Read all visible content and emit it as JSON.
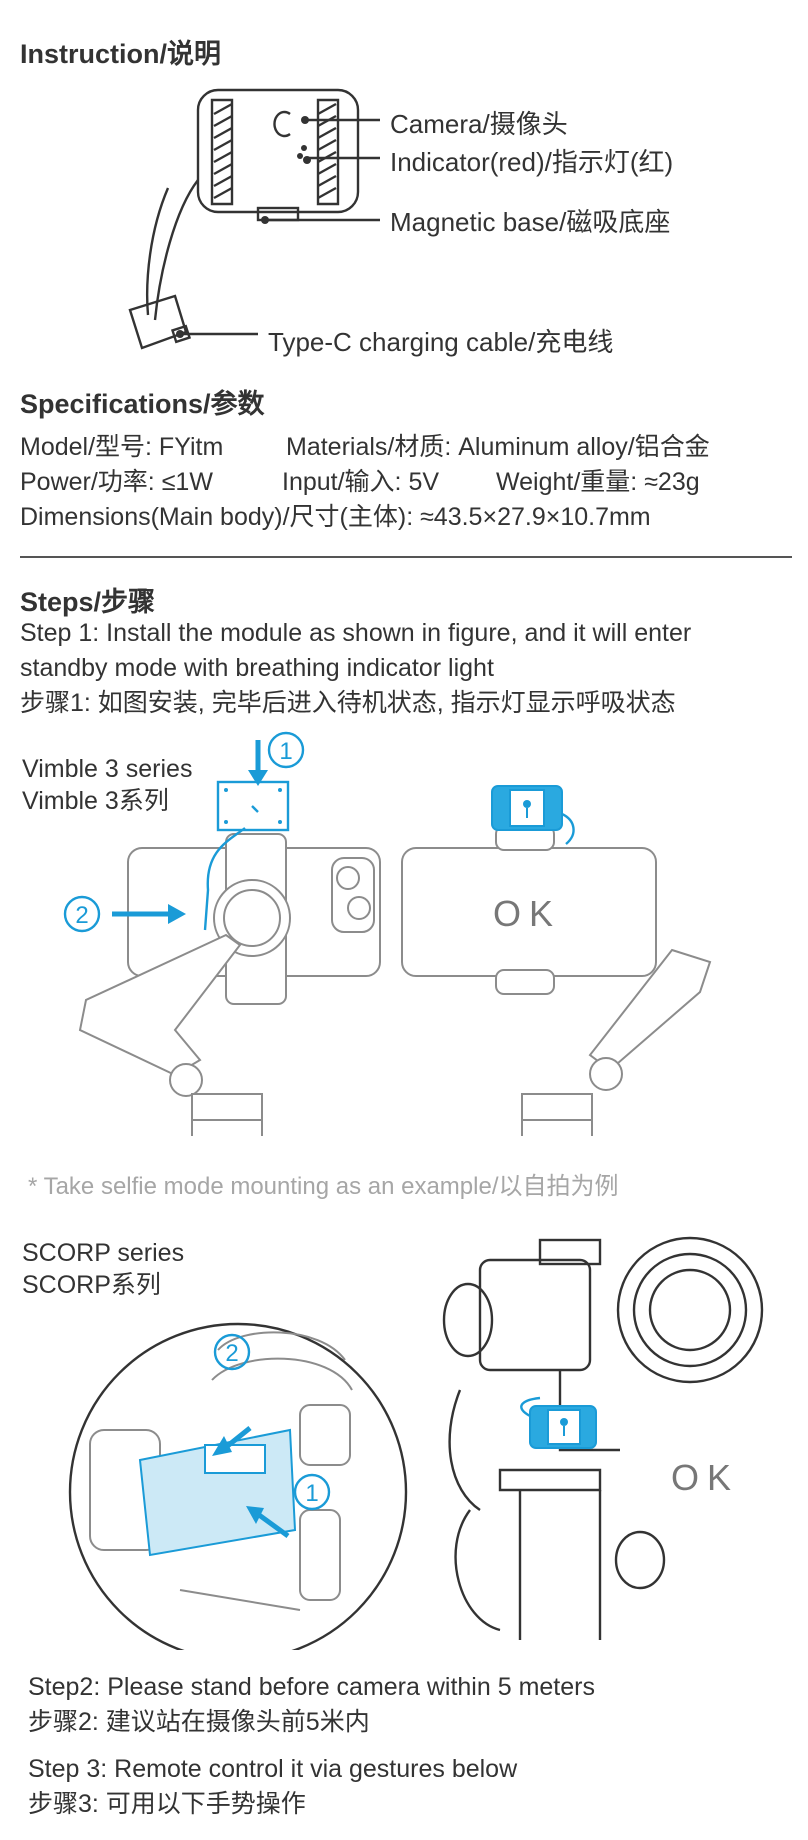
{
  "instruction": {
    "heading": "Instruction/说明",
    "labels": {
      "camera": "Camera/摄像头",
      "indicator": "Indicator(red)/指示灯(红)",
      "magnetic_base": "Magnetic base/磁吸底座",
      "cable": "Type-C charging cable/充电线"
    }
  },
  "specifications": {
    "heading": "Specifications/参数",
    "line1_model": "Model/型号: FYitm",
    "line1_materials": "Materials/材质: Aluminum alloy/铝合金",
    "line2_power": "Power/功率: ≤1W",
    "line2_input": "Input/输入: 5V",
    "line2_weight": "Weight/重量: ≈23g",
    "line3": "Dimensions(Main body)/尺寸(主体): ≈43.5×27.9×10.7mm"
  },
  "steps": {
    "heading": "Steps/步骤",
    "step1_en_a": "Step 1: Install the module as shown in figure, and it will enter",
    "step1_en_b": "standby mode with breathing indicator light",
    "step1_cn": "步骤1: 如图安装, 完毕后进入待机状态, 指示灯显示呼吸状态",
    "vimble_en": "Vimble 3 series",
    "vimble_cn": "Vimble 3系列",
    "ok_label": "OK",
    "num1": "1",
    "num2": "2",
    "selfie_note": "* Take selfie mode mounting as an example/以自拍为例",
    "scorp_en": "SCORP series",
    "scorp_cn": "SCORP系列",
    "step2_en": "Step2: Please stand before camera within 5 meters",
    "step2_cn": "步骤2: 建议站在摄像头前5米内",
    "step3_en": "Step 3: Remote control it via gestures below",
    "step3_cn": "步骤3: 可用以下手势操作"
  },
  "colors": {
    "accent": "#1a9bd7",
    "text": "#333333",
    "note": "#a6a6a6"
  }
}
